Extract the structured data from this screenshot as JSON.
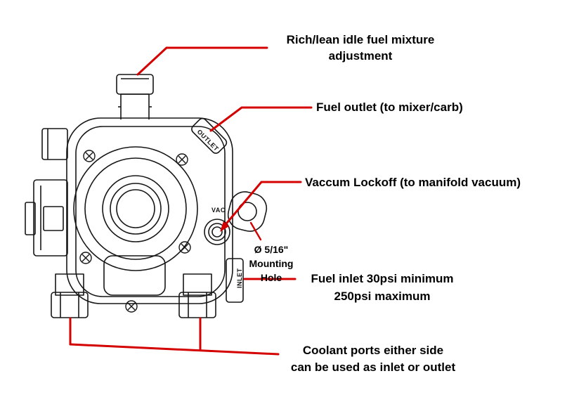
{
  "diagram": {
    "subject": "LPG regulator / converter callout diagram",
    "colors": {
      "callout_line": "#d40000",
      "line_art": "#161616",
      "background": "#ffffff",
      "label_text": "#000000"
    },
    "labels": {
      "mixture": {
        "line1": "Rich/lean idle fuel mixture",
        "line2": "adjustment"
      },
      "fuel_outlet": "Fuel outlet (to mixer/carb)",
      "vacuum_lockoff": "Vaccum Lockoff (to manifold vacuum)",
      "mounting_hole": {
        "line1": "Ø 5/16\"",
        "line2": "Mounting",
        "line3": "Hole"
      },
      "fuel_inlet": {
        "line1": "Fuel inlet 30psi minimum",
        "line2": "250psi maximum"
      },
      "coolant": {
        "line1": "Coolant ports either side",
        "line2": "can be used as inlet or outlet"
      }
    },
    "part_markings": {
      "outlet": "OUTLET",
      "vac": "VAC",
      "inlet": "INLET"
    }
  }
}
